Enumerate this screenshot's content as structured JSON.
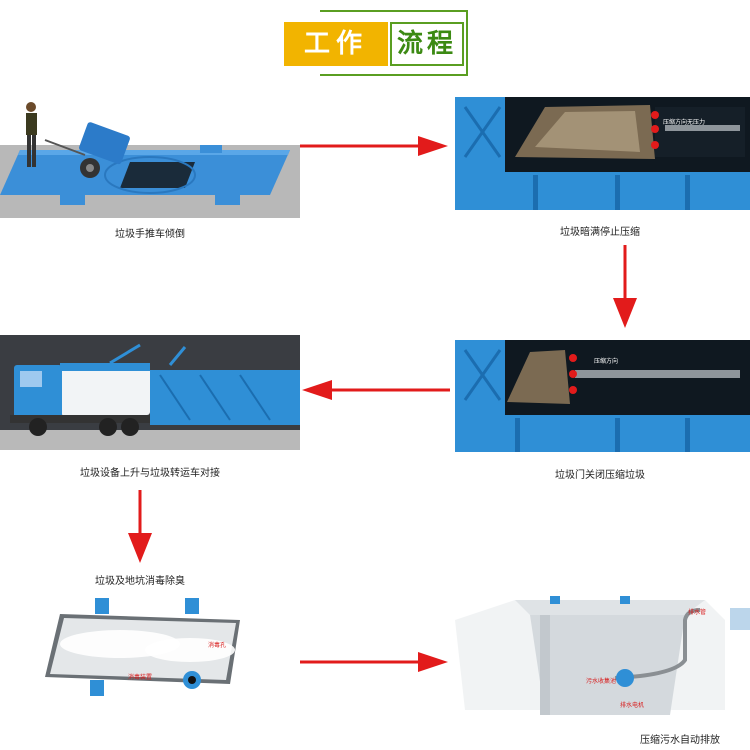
{
  "title": {
    "left": "工作",
    "right": "流程"
  },
  "steps": [
    {
      "caption": "垃圾手推车倾倒"
    },
    {
      "caption": "垃圾暗满停止压缩",
      "note": "压缩方向无压力"
    },
    {
      "caption": "垃圾门关闭压缩垃圾",
      "note": "压缩方向"
    },
    {
      "caption": "垃圾设备上升与垃圾转运车对接"
    },
    {
      "caption": "垃圾及地坑消毒除臭",
      "labels": [
        "消毒孔",
        "消毒装置"
      ]
    },
    {
      "caption": "压缩污水自动排放",
      "labels": [
        "排水管",
        "污水收集池",
        "排水电机"
      ]
    }
  ],
  "colors": {
    "arrow": "#e21b1b",
    "machine": "#2f8fd6",
    "title_yellow": "#f2b400",
    "title_green": "#3c8a13"
  }
}
